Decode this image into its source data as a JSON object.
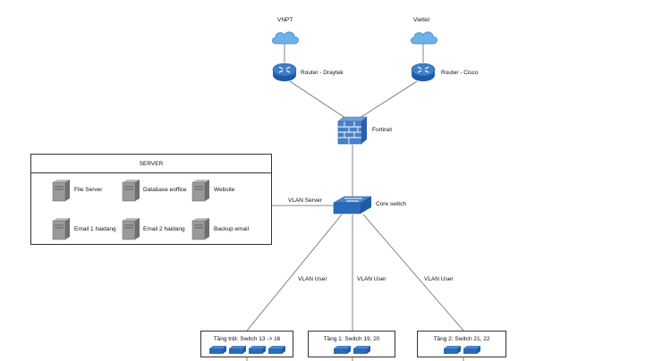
{
  "isps": [
    {
      "name": "VNPT",
      "router": "Router - Draytek"
    },
    {
      "name": "Viettel",
      "router": "Router - Cisco"
    }
  ],
  "firewall": {
    "label": "Fortinet"
  },
  "core_switch": {
    "label": "Core switch"
  },
  "server_group": {
    "title": "SERVER",
    "servers": [
      "File Server",
      "Database eoffice",
      "Website",
      "Email 1 haidang",
      "Email 2 haidang",
      "Backup email"
    ]
  },
  "links": {
    "vlan_server": "VLAN Server",
    "vlan_user": "VLAN User"
  },
  "floors": [
    {
      "label": "Tầng trệt: Switch 13 -> 16"
    },
    {
      "label": "Tầng 1: Switch 19, 20"
    },
    {
      "label": "Tầng 2: Switch 21, 22"
    }
  ],
  "colors": {
    "cloud": "#5aa3e0",
    "router": "#2b66b0",
    "firewall": "#3a6fb8",
    "switch": "#2366b8",
    "server": "#8a8a8a",
    "line": "#666666"
  }
}
